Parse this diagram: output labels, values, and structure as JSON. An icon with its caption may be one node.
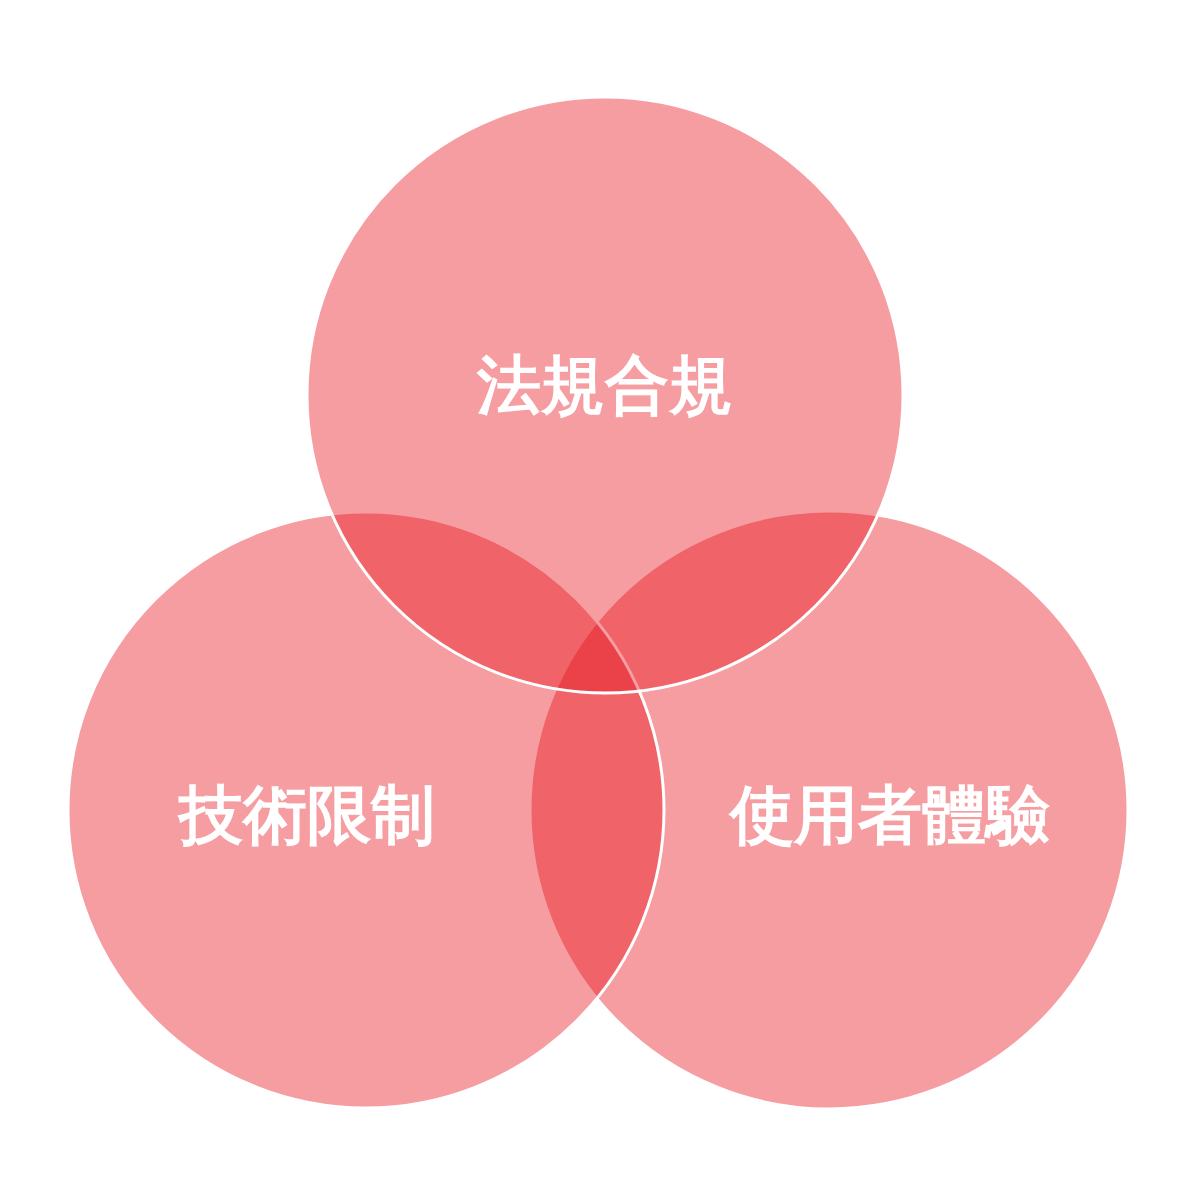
{
  "diagram": {
    "nodes": [
      {
        "text": [
          "法規合規"
        ]
      },
      {
        "text": [
          "技術限制"
        ]
      },
      {
        "text": [
          "使用者體驗"
        ]
      }
    ]
  }
}
